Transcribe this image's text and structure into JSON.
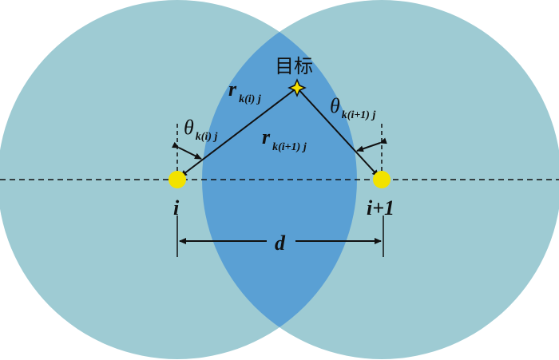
{
  "labels": {
    "target": "目标",
    "node_i": "i",
    "node_i1": "i+1",
    "distance": "d",
    "r_base": "r",
    "r_sub_1": "k(i) j",
    "r_sub_2": "k(i+1) j",
    "theta_base": "θ",
    "theta_sub_1": "k(i) j",
    "theta_sub_2": "k(i+1) j"
  },
  "colors": {
    "circle_fill": "#9ecbd3",
    "overlap_fill": "#5aa0d4",
    "node_fill": "#f2e200",
    "target_fill": "#f5e000",
    "line": "#111111",
    "background": "#ffffff"
  }
}
